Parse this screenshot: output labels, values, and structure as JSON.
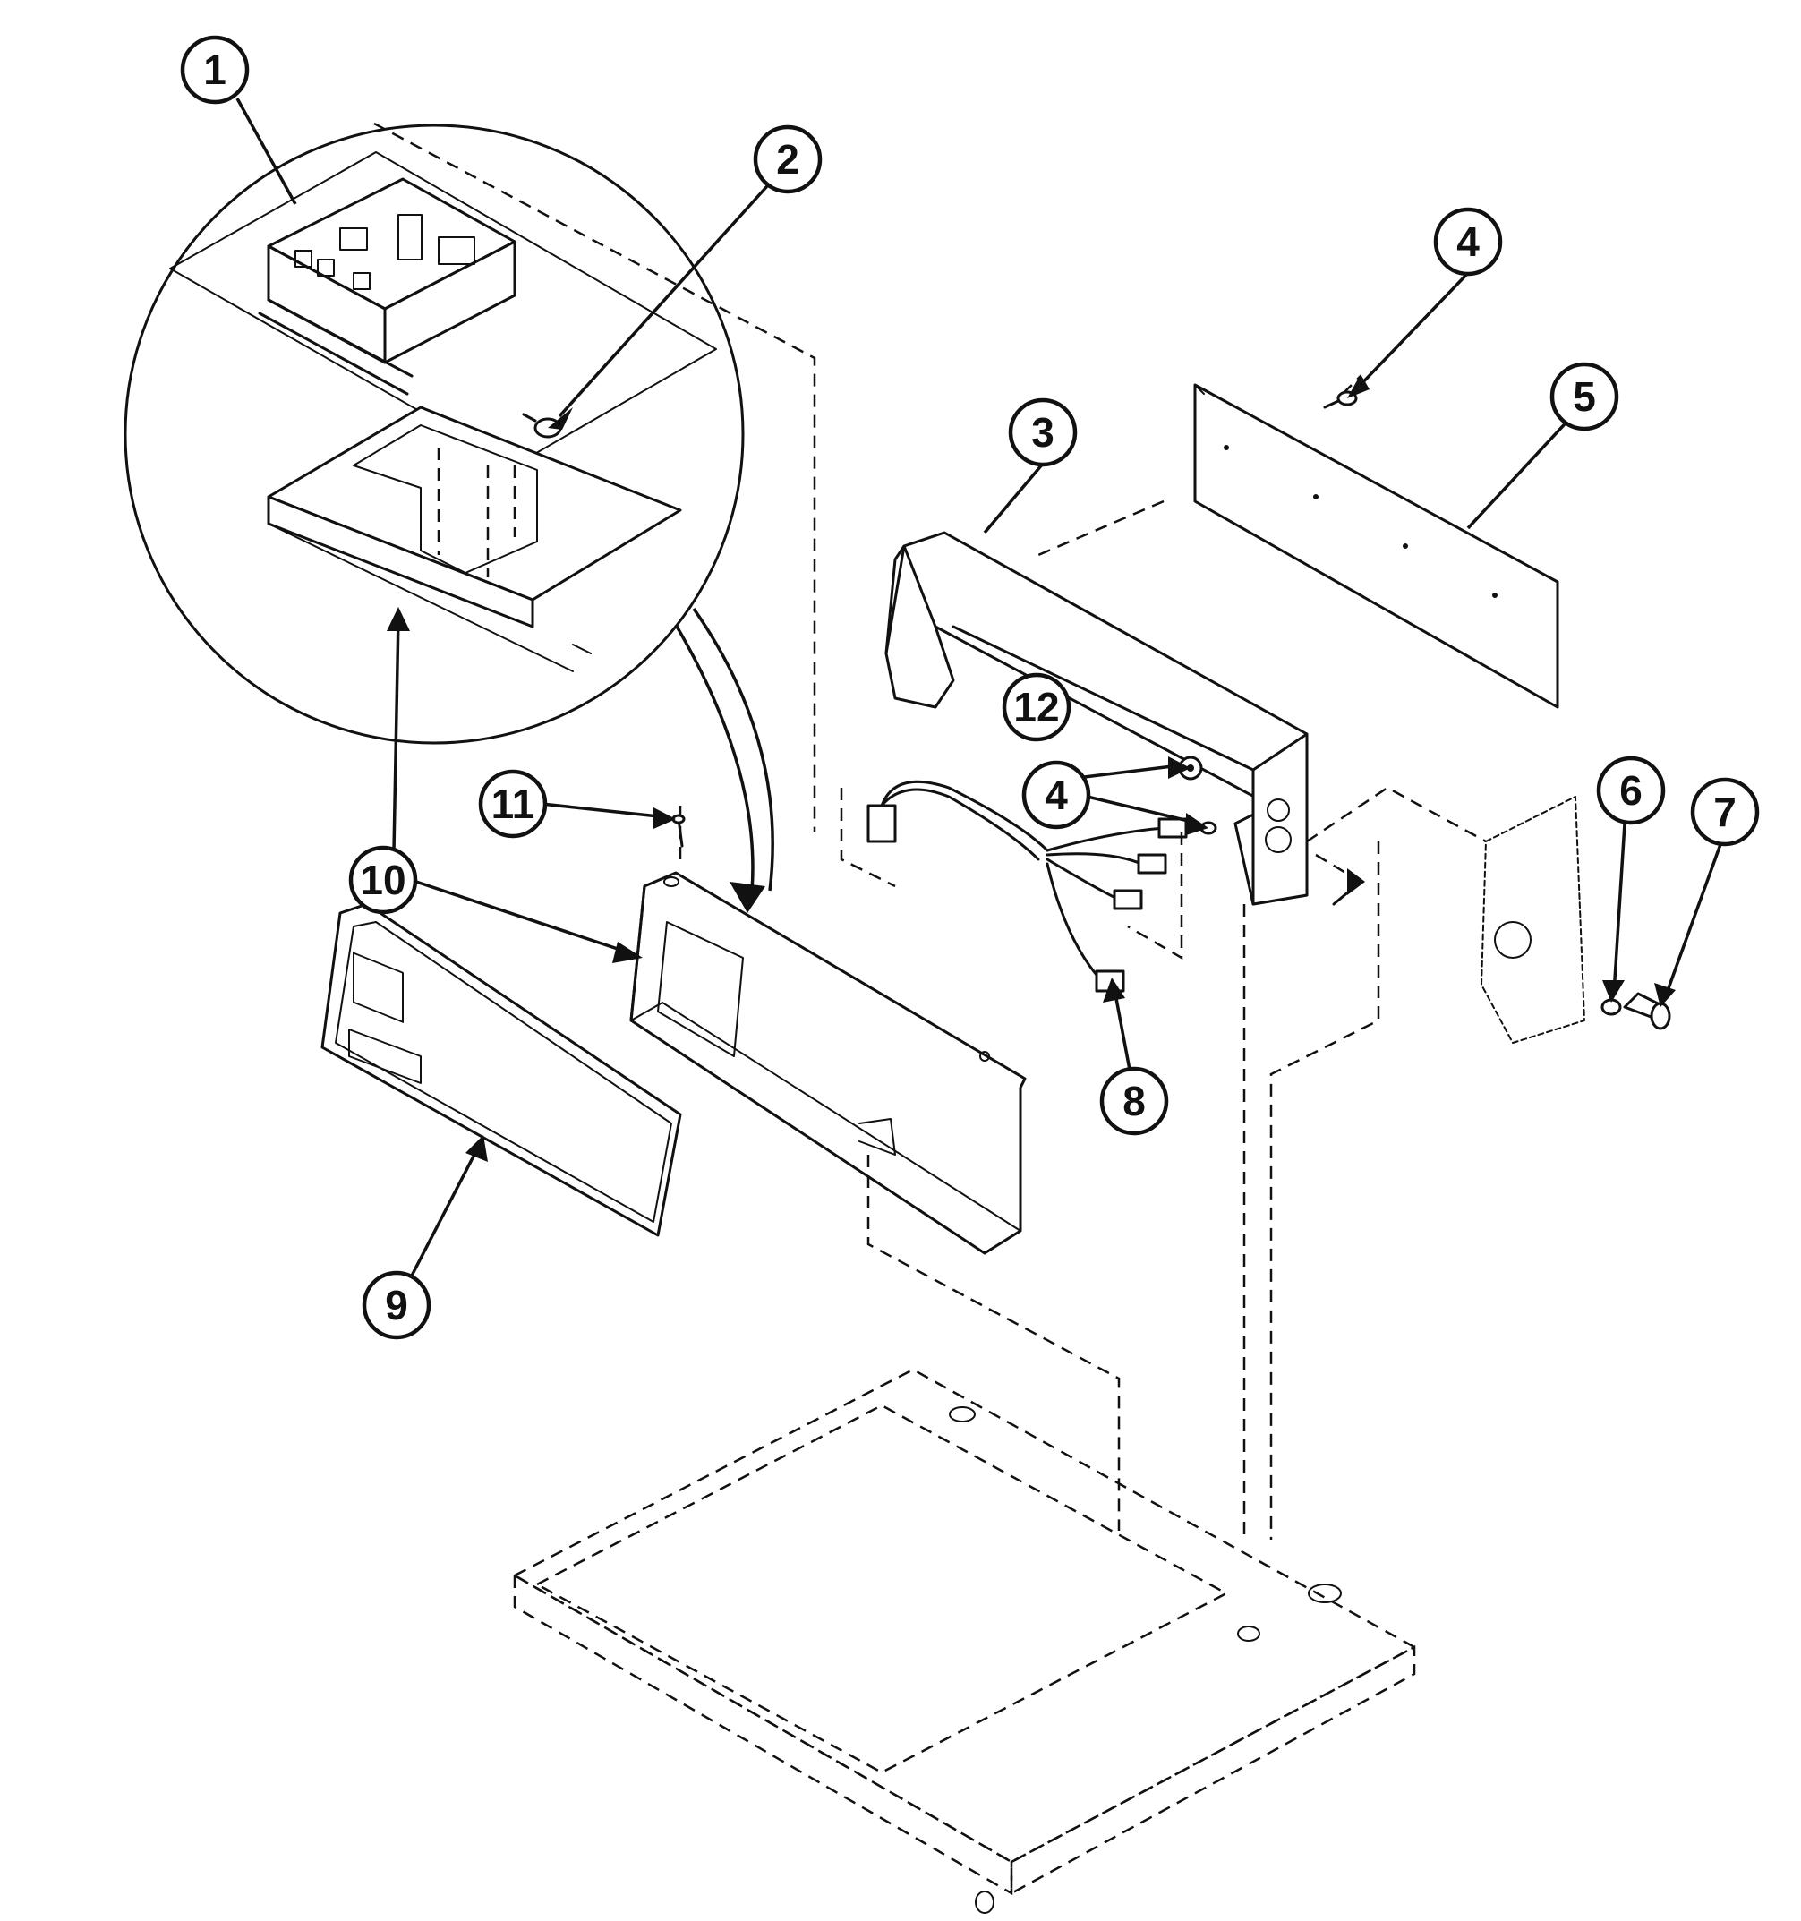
{
  "callouts": [
    {
      "label": "1"
    },
    {
      "label": "2"
    },
    {
      "label": "3"
    },
    {
      "label": "4"
    },
    {
      "label": "5"
    },
    {
      "label": "4"
    },
    {
      "label": "12"
    },
    {
      "label": "6"
    },
    {
      "label": "7"
    },
    {
      "label": "11"
    },
    {
      "label": "10"
    },
    {
      "label": "8"
    },
    {
      "label": "9"
    }
  ]
}
